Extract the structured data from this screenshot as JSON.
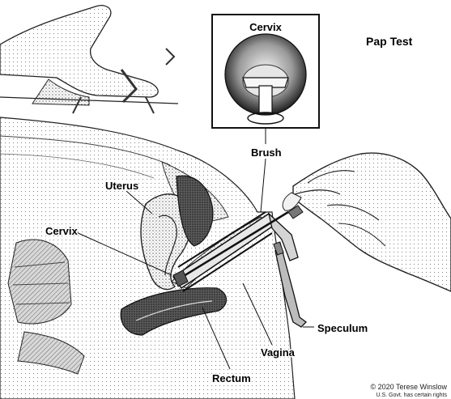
{
  "title": "Pap Test",
  "inset": {
    "label": "Cervix"
  },
  "labels": {
    "brush": "Brush",
    "uterus": "Uterus",
    "cervix": "Cervix",
    "speculum": "Speculum",
    "vagina": "Vagina",
    "rectum": "Rectum"
  },
  "credit": {
    "line1": "© 2020 Terese Winslow",
    "line2": "U.S. Govt. has certain rights"
  }
}
